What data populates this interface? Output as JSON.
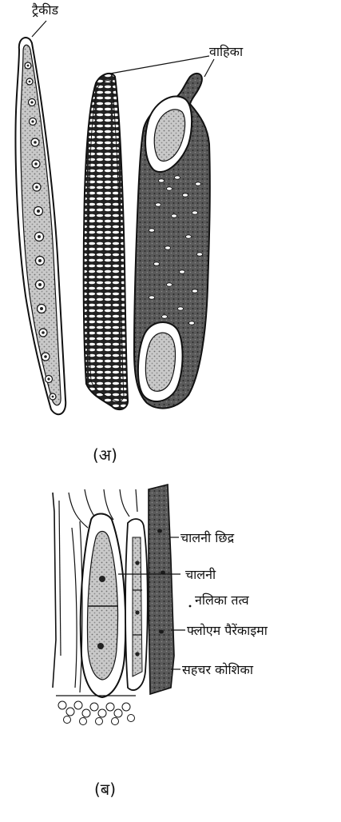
{
  "figure_a": {
    "caption": "(अ)",
    "labels": {
      "tracheid": "ट्रैकीड",
      "vessel": "वाहिका"
    }
  },
  "figure_b": {
    "caption": "(ब)",
    "labels": {
      "sieve_pore": "चालनी छिद्र",
      "sieve_tube_line1": "चालनी",
      "sieve_tube_line2": "नलिका तत्व",
      "phloem_parenchyma": "फ्लोएम पैरेंकाइमा",
      "companion_cell": "सहचर कोशिका"
    }
  }
}
